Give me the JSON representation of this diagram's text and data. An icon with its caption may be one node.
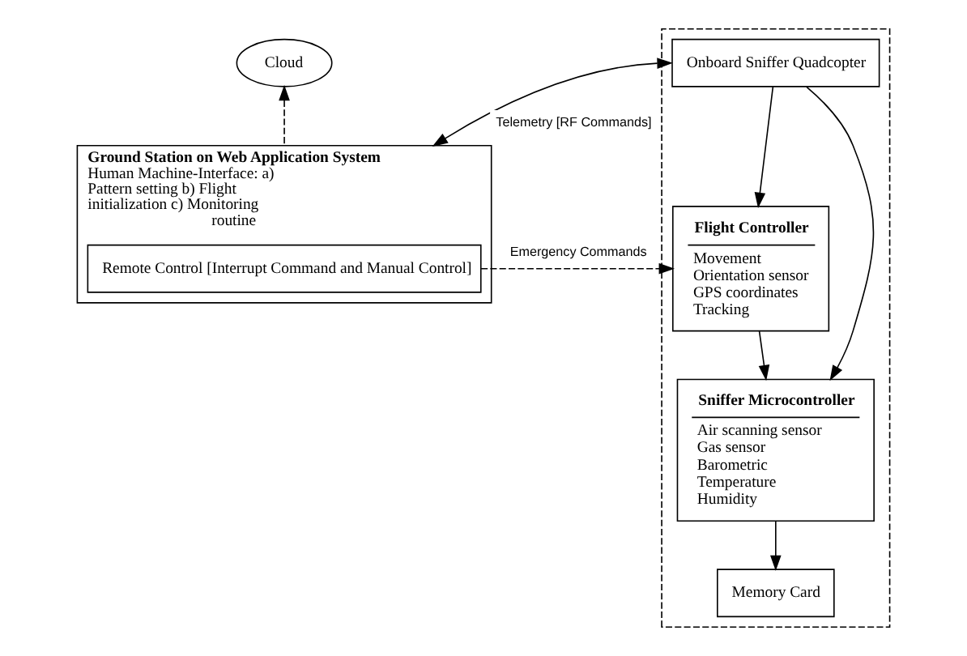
{
  "diagram": {
    "nodes": [
      {
        "text": [
          "Cloud"
        ]
      },
      {
        "text": [
          "Ground Station on Web Application System",
          "Human Machine-Interface: a) Pattern setting b) Flight initialization c) Monitoring routine"
        ]
      },
      {
        "text": [
          "Remote Control [Interrupt Command and Manual Control]"
        ],
        "in": 1
      },
      {
        "text": [],
        "shape": "box"
      },
      {
        "text": [
          "Onboard Sniffer Quadcopter"
        ],
        "in": 3
      },
      {
        "text": [
          "Flight Controller",
          "Movement",
          "Orientation sensor",
          "GPS coordinates",
          "Tracking"
        ],
        "in": 3
      },
      {
        "text": [
          "Sniffer Microcontroller",
          "Air scanning sensor",
          "Gas sensor",
          "Barometric",
          "Temperature",
          "Humidity"
        ],
        "in": 3
      },
      {
        "text": [
          "Memory Card"
        ],
        "in": 3
      }
    ],
    "edges": [
      {
        "from": 1,
        "to": 0,
        "arrow": "to",
        "style": "dashed"
      },
      {
        "from": 4,
        "to": 1,
        "arrow": "both",
        "label": "Telemetry [RF Commands]"
      },
      {
        "from": 4,
        "to": 5,
        "arrow": "to"
      },
      {
        "from": 4,
        "to": 6,
        "arrow": "to"
      },
      {
        "from": 5,
        "to": 6,
        "arrow": "to"
      },
      {
        "from": 2,
        "to": 5,
        "arrow": "to",
        "style": "dashed",
        "label": "Emergency Commands"
      },
      {
        "from": 6,
        "to": 7,
        "arrow": "to"
      }
    ]
  }
}
